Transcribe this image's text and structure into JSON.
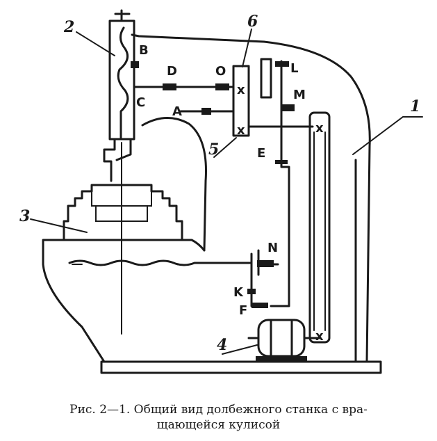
{
  "figure": {
    "labels": {
      "B": "B",
      "D": "D",
      "O": "O",
      "L": "L",
      "M": "M",
      "A": "A",
      "C": "C",
      "E": "E",
      "N": "N",
      "K": "K",
      "F": "F"
    },
    "numbers": {
      "n1": "1",
      "n2": "2",
      "n3": "3",
      "n4": "4",
      "n5": "5",
      "n6": "6"
    },
    "marks": {
      "x": "x"
    }
  },
  "caption": {
    "line1": "Рис. 2—1. Общий вид долбежного станка с вра-",
    "line2": "щающейся кулисой"
  }
}
